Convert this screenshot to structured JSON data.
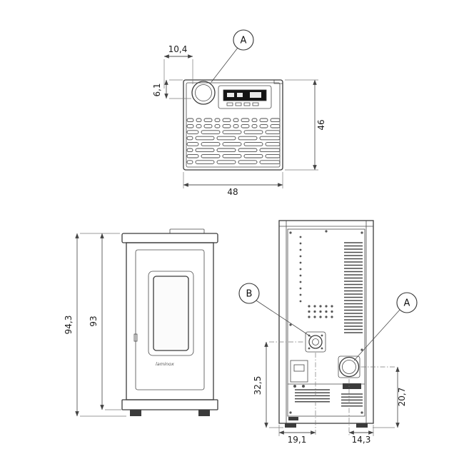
{
  "drawing": {
    "callouts": {
      "top_a": "A",
      "rear_b": "B",
      "rear_a": "A"
    },
    "dims": {
      "flue_offset_x": "10,4",
      "flue_offset_y": "6,1",
      "top_depth": "46",
      "top_width": "48",
      "front_total_height": "94,3",
      "front_body_height": "93",
      "rear_b_height": "32,5",
      "rear_a_height": "20,7",
      "rear_b_offset": "19,1",
      "rear_a_offset": "14,3"
    },
    "brand": "laminox"
  }
}
